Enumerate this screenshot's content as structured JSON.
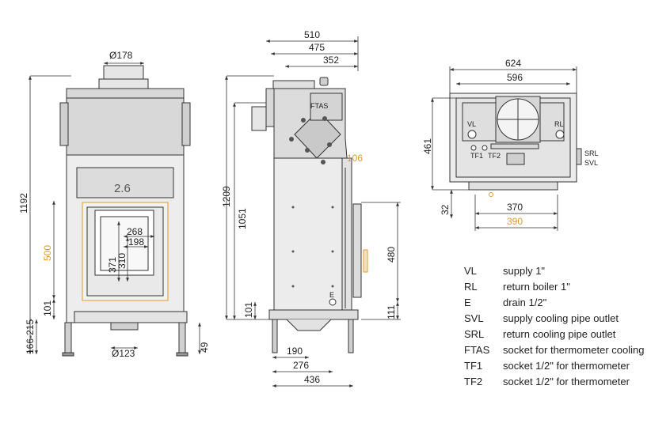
{
  "front_view": {
    "flue_diameter": "Ø178",
    "leg_diameter": "Ø123",
    "door_label": "2.6",
    "height_total": "1192",
    "door_height": "500",
    "glass_width": "268",
    "inner_width": "198",
    "glass_height": "371",
    "inner_height": "310",
    "bottom_offset": "101",
    "leg_range": "166-215",
    "leg_height": "49"
  },
  "side_view": {
    "width_total": "510",
    "width_mid": "475",
    "width_inner": "352",
    "height_total": "1209",
    "body_height": "1051",
    "top_offset": "106",
    "handle_height": "480",
    "handle_bottom": "111",
    "bottom_offset": "101",
    "leg_a": "190",
    "leg_b": "276",
    "leg_c": "436",
    "drain_label": "E",
    "thermo_label": "FTAS"
  },
  "top_view": {
    "width_outer": "624",
    "width_inner": "596",
    "depth": "461",
    "depth_bottom": "32",
    "base_width": "370",
    "base_width_outer": "390",
    "vl": "VL",
    "rl": "RL",
    "tf1": "TF1",
    "tf2": "TF2",
    "srl": "SRL",
    "svl": "SVL"
  },
  "colors": {
    "line": "#333333",
    "accent": "#e39b2a",
    "fill": "#dcdcdc"
  },
  "legend": [
    {
      "code": "VL",
      "desc": "supply 1\""
    },
    {
      "code": "RL",
      "desc": "return boiler 1\""
    },
    {
      "code": "E",
      "desc": "drain 1/2\""
    },
    {
      "code": "SVL",
      "desc": "supply cooling pipe outlet"
    },
    {
      "code": "SRL",
      "desc": "return cooling pipe outlet"
    },
    {
      "code": "FTAS",
      "desc": "socket for thermometer cooling"
    },
    {
      "code": "TF1",
      "desc": "socket  1/2\" for thermometer"
    },
    {
      "code": "TF2",
      "desc": "socket 1/2\" for thermometer"
    }
  ]
}
